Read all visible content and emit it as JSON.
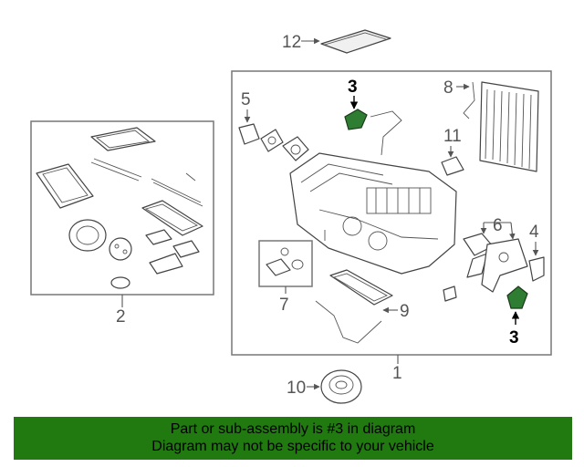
{
  "diagram": {
    "callouts": {
      "c1": "1",
      "c2": "2",
      "c3_top": "3",
      "c3_bottom": "3",
      "c4": "4",
      "c5": "5",
      "c6": "6",
      "c7": "7",
      "c8": "8",
      "c9": "9",
      "c10": "10",
      "c11": "11",
      "c12": "12"
    },
    "highlight_part": "3",
    "highlight_color": "#2e7d32"
  },
  "banner": {
    "line1": "Part or sub-assembly is #3 in diagram",
    "line2": "Diagram may not be specific to your vehicle",
    "background": "#207a10"
  }
}
